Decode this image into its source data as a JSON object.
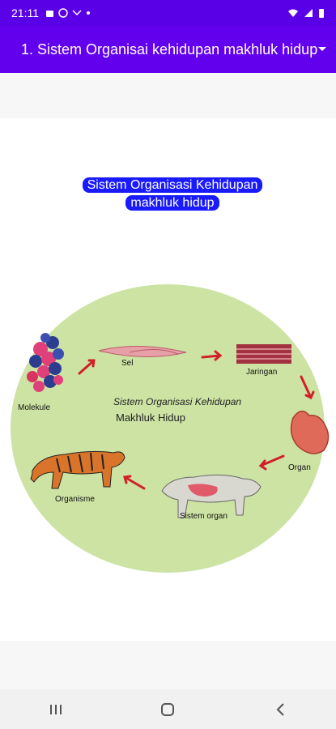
{
  "status_bar": {
    "time": "21:11"
  },
  "app_bar": {
    "title": "1. Sistem Organisai kehidupan makhluk hidup"
  },
  "content": {
    "heading_line1": "Sistem Organisasi Kehidupan",
    "heading_line2": "makhluk hidup",
    "diagram": {
      "center_line1": "Sistem Organisasi Kehidupan",
      "center_line2": "Makhluk Hidup",
      "labels": {
        "molekule": "Molekule",
        "sel": "Sel",
        "jaringan": "Jaringan",
        "organ": "Organ",
        "sistem_organ": "Sistem organ",
        "organisme": "Organisme"
      },
      "colors": {
        "circle": "#cde3a4",
        "arrow": "#d0202a"
      }
    }
  },
  "nav_bar": {
    "icons": [
      "recent-apps-icon",
      "home-icon",
      "back-icon"
    ]
  }
}
